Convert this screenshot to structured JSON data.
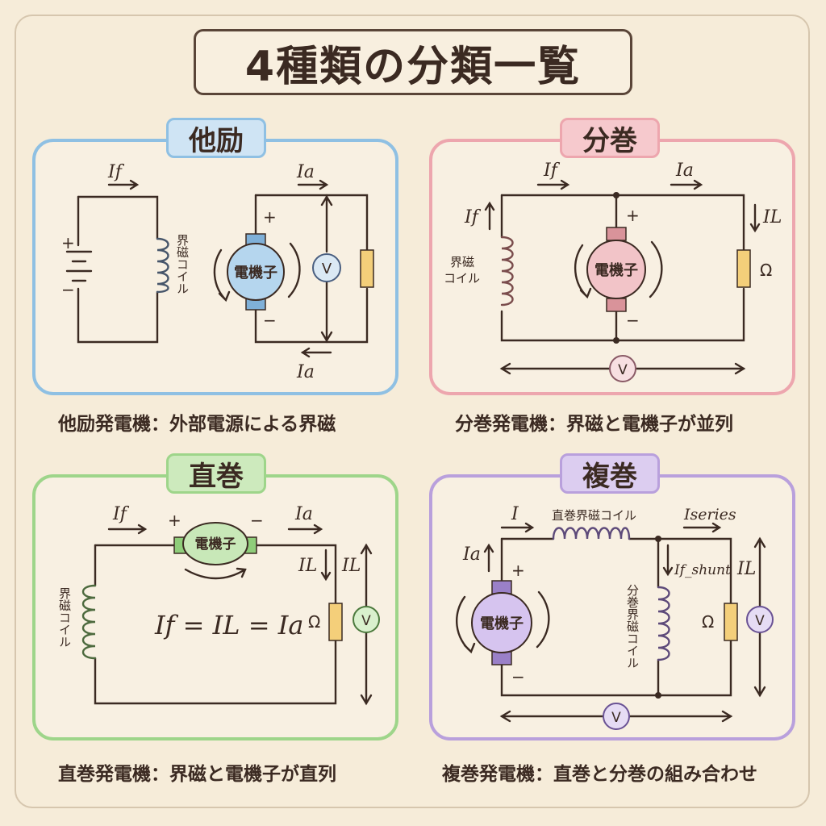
{
  "title": "4種類の分類一覧",
  "colors": {
    "separately": "#8fc0e3",
    "shunt": "#eda6ae",
    "series": "#9ed58a",
    "compound": "#b9a0dc",
    "ink": "#3b2a22"
  },
  "panels": {
    "separately": {
      "tag": "他励",
      "caption": "他励発電機：外部電源による界磁",
      "armature": "電機子",
      "coil_label": "界磁コイル",
      "voltmeter": "V",
      "plus": "+",
      "minus": "−",
      "current_field": "If",
      "current_armature_top": "Ia",
      "current_armature_bottom": "Ia"
    },
    "shunt": {
      "tag": "分巻",
      "caption": "分巻発電機：界磁と電機子が並列",
      "armature": "電機子",
      "coil_label_line1": "界磁",
      "coil_label_line2": "コイル",
      "load": "Ω",
      "voltmeter": "V",
      "plus": "+",
      "minus": "−",
      "current_top_field": "If",
      "current_left_field": "If",
      "current_armature": "Ia",
      "current_load": "IL"
    },
    "series": {
      "tag": "直巻",
      "caption": "直巻発電機：界磁と電機子が直列",
      "armature": "電機子",
      "coil_label": "界磁コイル",
      "load": "Ω",
      "voltmeter": "V",
      "plus": "+",
      "minus": "−",
      "current_field": "If",
      "current_armature": "Ia",
      "current_load": "IL",
      "current_right": "IL",
      "equation": "If = IL = Ia"
    },
    "compound": {
      "tag": "複巻",
      "caption": "複巻発電機：直巻と分巻の組み合わせ",
      "armature": "電機子",
      "series_coil_label": "直巻界磁コイル",
      "shunt_coil_label": "分巻界磁コイル",
      "load": "Ω",
      "voltmeter": "V",
      "plus": "+",
      "minus": "−",
      "current_total": "I",
      "current_series": "Iseries",
      "current_armature": "Ia",
      "current_shunt": "If_shunt",
      "current_load": "IL"
    }
  }
}
